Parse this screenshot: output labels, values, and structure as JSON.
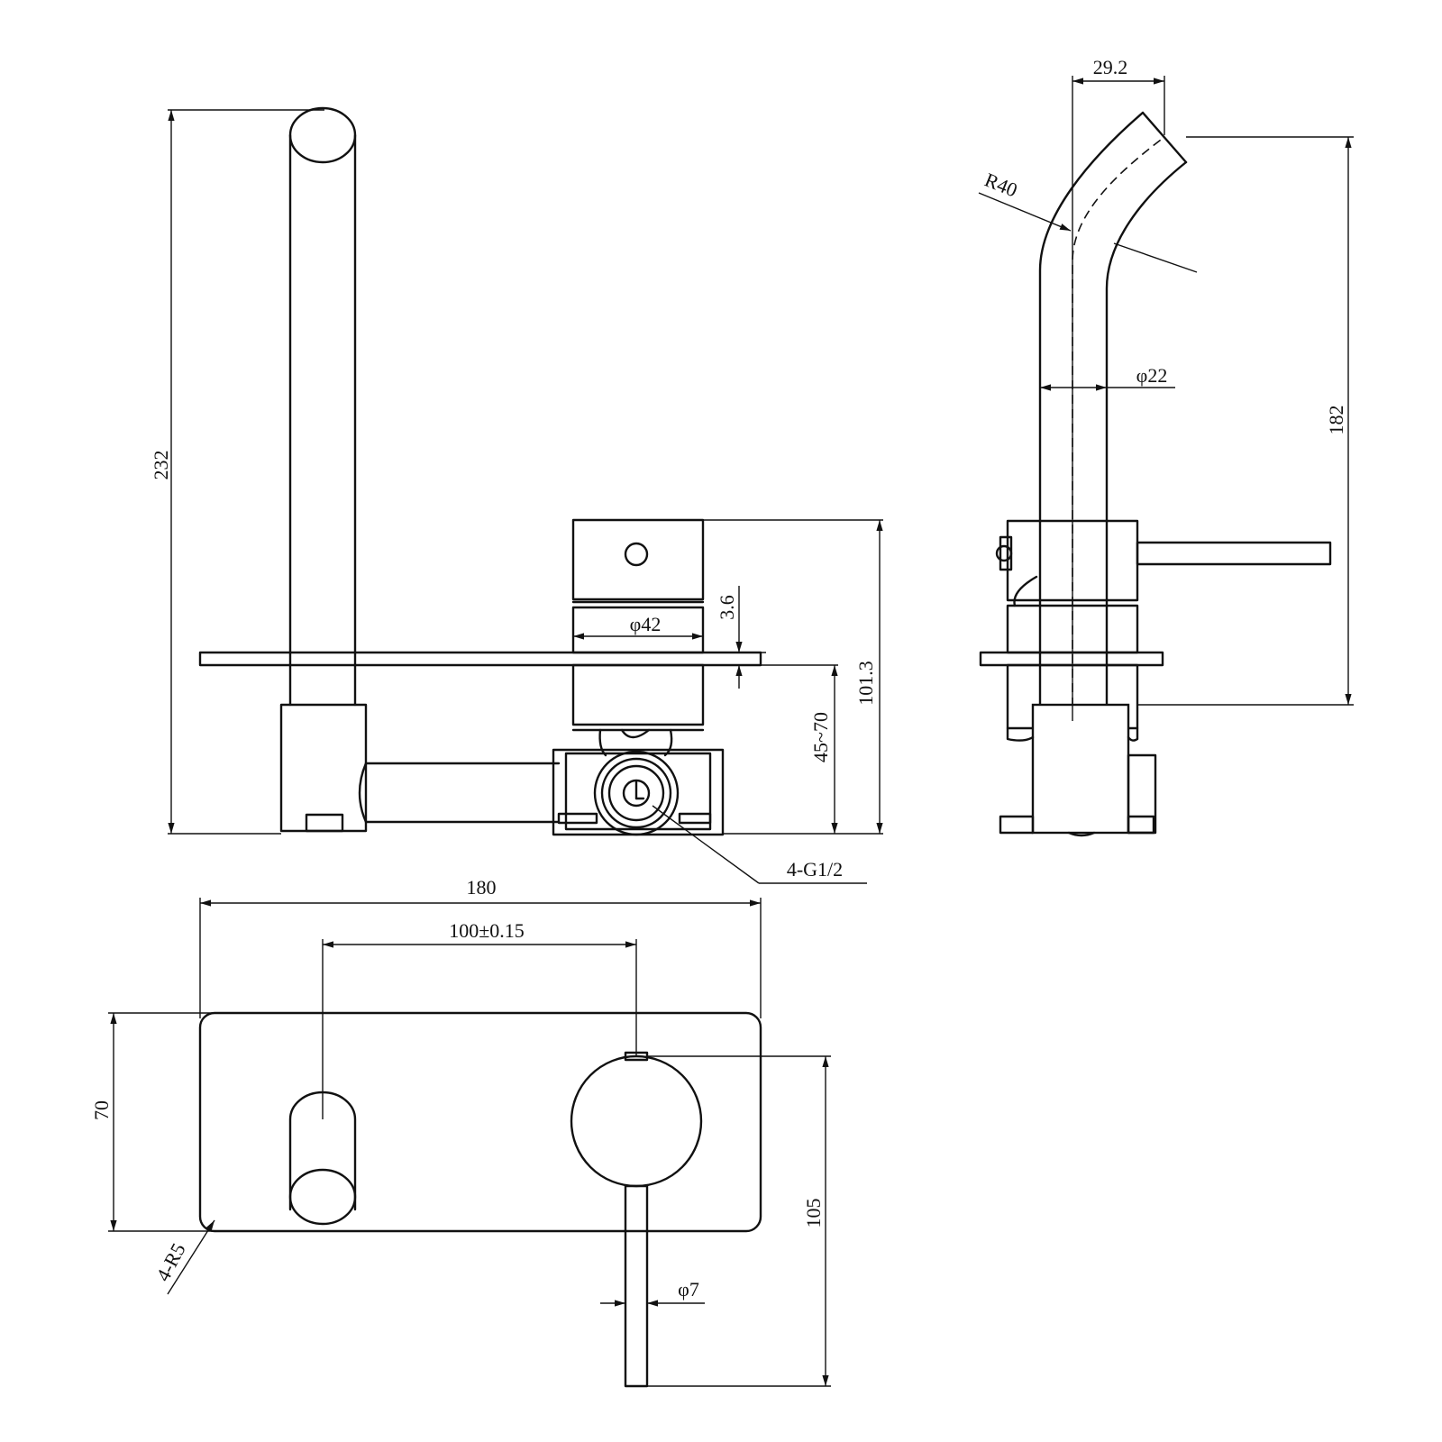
{
  "dimensions": {
    "height_232": "232",
    "dia_42": "φ42",
    "gap_3_6": "3.6",
    "depth_45_70": "45~70",
    "height_101_3": "101.3",
    "thread_4_g1_2": "4-G1/2",
    "offset_29_2": "29.2",
    "radius_r40": "R40",
    "dia_22": "φ22",
    "height_182": "182",
    "width_180": "180",
    "center_100": "100±0.15",
    "height_70": "70",
    "corner_4_r5": "4-R5",
    "height_105": "105",
    "dia_7": "φ7"
  }
}
